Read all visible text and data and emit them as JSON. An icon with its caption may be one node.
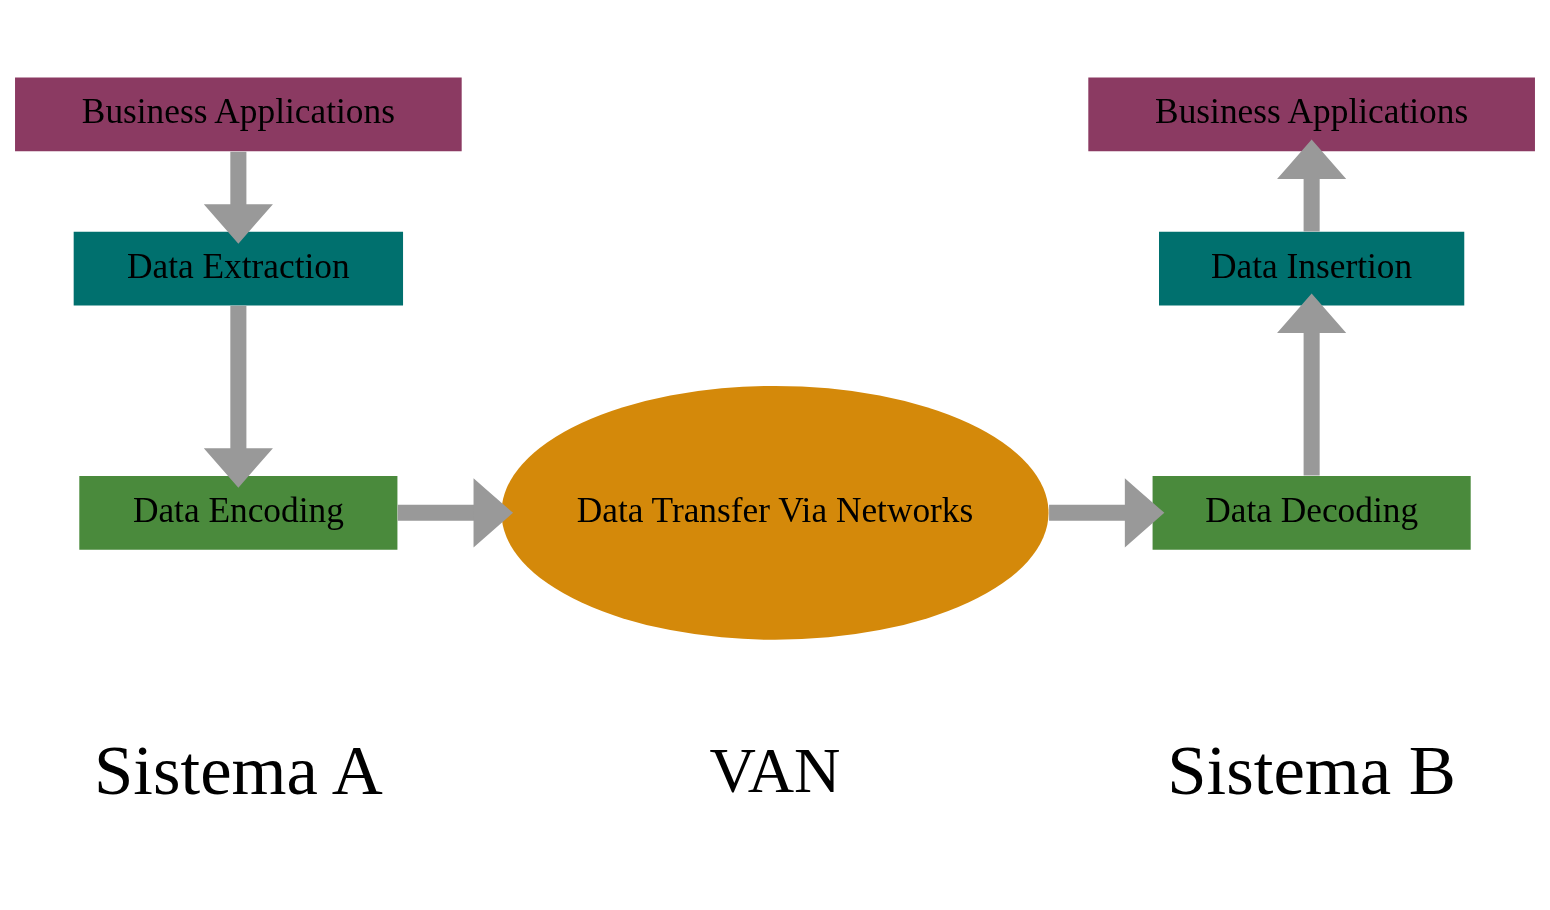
{
  "diagram": {
    "nodes": [
      {
        "text": [
          "Business Applications"
        ]
      },
      {
        "text": [
          "Data Extraction"
        ]
      },
      {
        "text": [
          "Data Encoding"
        ]
      },
      {
        "text": [
          "Data Transfer Via Networks"
        ],
        "beside": [
          "VAN"
        ]
      },
      {
        "text": [
          "Data Decoding"
        ]
      },
      {
        "text": [
          "Data Insertion"
        ]
      },
      {
        "text": [
          "Business Applications"
        ]
      }
    ],
    "edges": [
      {
        "from": 0,
        "to": 1,
        "arrow": "to"
      },
      {
        "from": 1,
        "to": 2,
        "arrow": "to"
      },
      {
        "from": 2,
        "to": 3,
        "arrow": "to"
      },
      {
        "from": 3,
        "to": 4,
        "arrow": "to"
      },
      {
        "from": 4,
        "to": 5,
        "arrow": "to"
      },
      {
        "from": 5,
        "to": 6,
        "arrow": "to"
      }
    ],
    "labels": [
      "Sistema A",
      "Sistema B"
    ]
  }
}
